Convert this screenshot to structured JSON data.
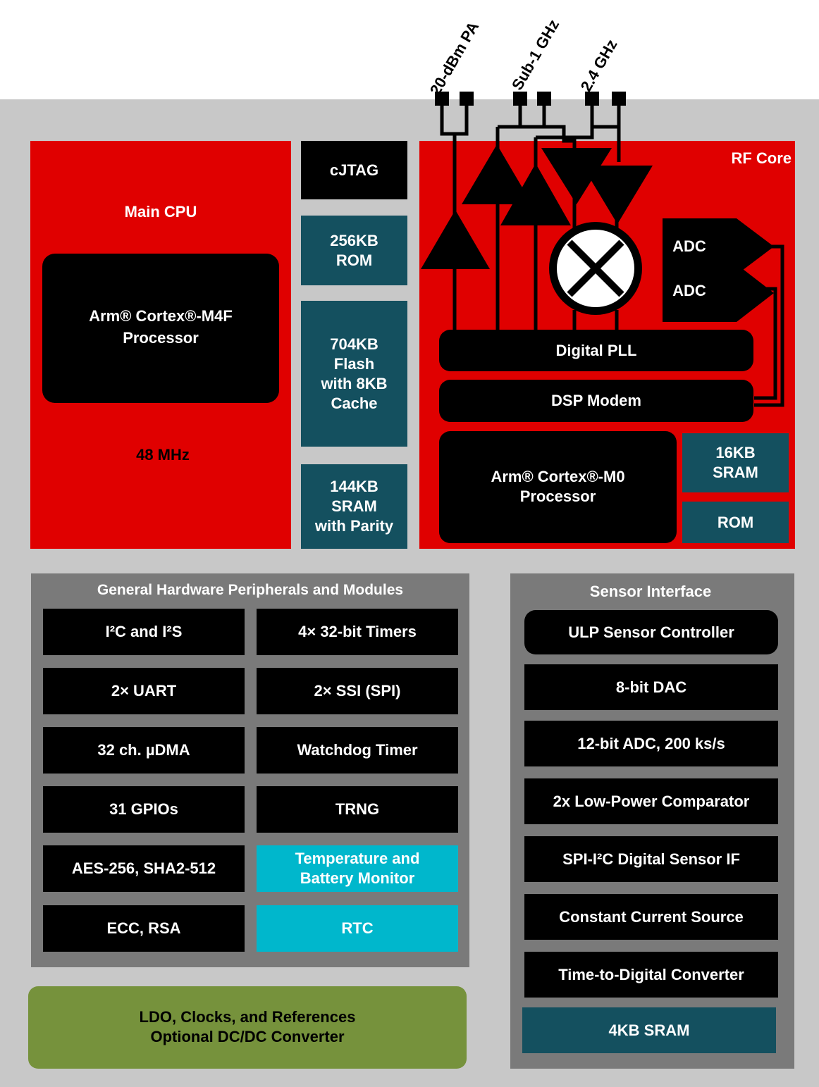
{
  "antennas": {
    "pa": "20-dBm PA",
    "sub1": "Sub-1 GHz",
    "ghz24": "2.4 GHz"
  },
  "main_cpu": {
    "title": "Main CPU",
    "processor_line1": "Arm® Cortex®-M4F",
    "processor_line2": "Processor",
    "freq": "48 MHz"
  },
  "memory": {
    "cjtag": "cJTAG",
    "rom": "256KB\nROM",
    "flash": "704KB\nFlash\nwith 8KB\nCache",
    "sram": "144KB\nSRAM\nwith Parity"
  },
  "rf_core": {
    "title": "RF Core",
    "adc1": "ADC",
    "adc2": "ADC",
    "pll": "Digital PLL",
    "modem": "DSP Modem",
    "processor_line1": "Arm® Cortex®-M0",
    "processor_line2": "Processor",
    "sram": "16KB\nSRAM",
    "rom": "ROM"
  },
  "peripherals": {
    "title": "General Hardware Peripherals and Modules",
    "items": [
      {
        "label": "I²C and I²S",
        "style": "black"
      },
      {
        "label": "4× 32-bit Timers",
        "style": "black"
      },
      {
        "label": "2× UART",
        "style": "black"
      },
      {
        "label": "2× SSI (SPI)",
        "style": "black"
      },
      {
        "label": "32 ch. µDMA",
        "style": "black"
      },
      {
        "label": "Watchdog Timer",
        "style": "black"
      },
      {
        "label": "31 GPIOs",
        "style": "black"
      },
      {
        "label": "TRNG",
        "style": "black"
      },
      {
        "label": "AES-256,  SHA2-512",
        "style": "black"
      },
      {
        "label": "Temperature and\nBattery Monitor",
        "style": "cyan"
      },
      {
        "label": "ECC, RSA",
        "style": "black"
      },
      {
        "label": "RTC",
        "style": "cyan"
      }
    ]
  },
  "power": {
    "line1": "LDO, Clocks, and References",
    "line2": "Optional DC/DC Converter"
  },
  "sensor": {
    "title": "Sensor Interface",
    "items": [
      "ULP Sensor Controller",
      "8-bit DAC",
      "12-bit ADC, 200 ks/s",
      "2x Low-Power Comparator",
      "SPI-I²C Digital Sensor IF",
      "Constant Current Source",
      "Time-to-Digital Converter"
    ],
    "sram": "4KB SRAM"
  },
  "colors": {
    "red": "#e00000",
    "teal": "#14505f",
    "cyan": "#00b7cc",
    "olive": "#76923c",
    "panel_gray": "#7a7a7a",
    "chip_gray": "#c8c8c8"
  }
}
